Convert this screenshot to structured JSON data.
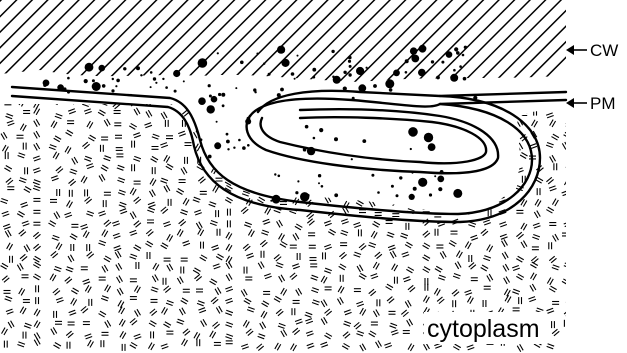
{
  "labels": {
    "cw": "CW",
    "pm": "PM",
    "cytoplasm": "cytoplasm"
  },
  "colors": {
    "ink": "#000000",
    "paper": "#ffffff"
  }
}
